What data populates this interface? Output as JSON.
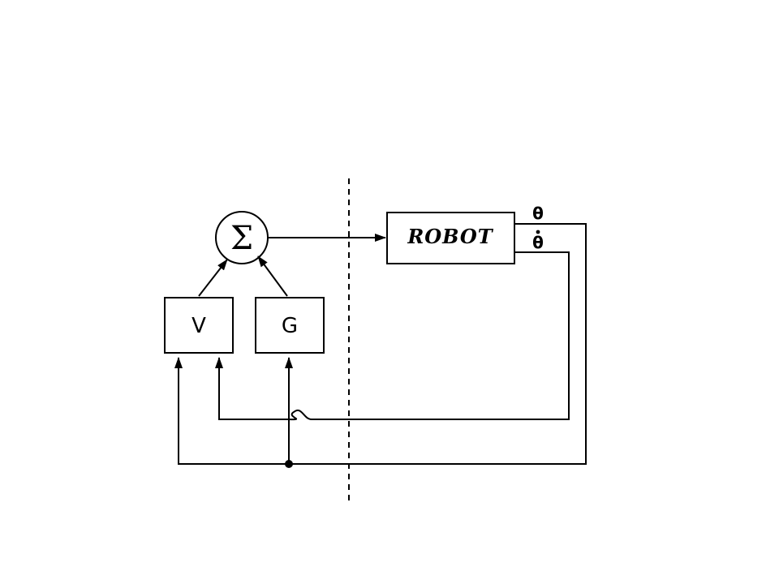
{
  "blocks": {
    "robot": "ROBOT",
    "v": "V",
    "g": "G",
    "summing_junction": "Σ"
  },
  "outputs": {
    "theta": "θ",
    "theta_dot": "θ"
  }
}
